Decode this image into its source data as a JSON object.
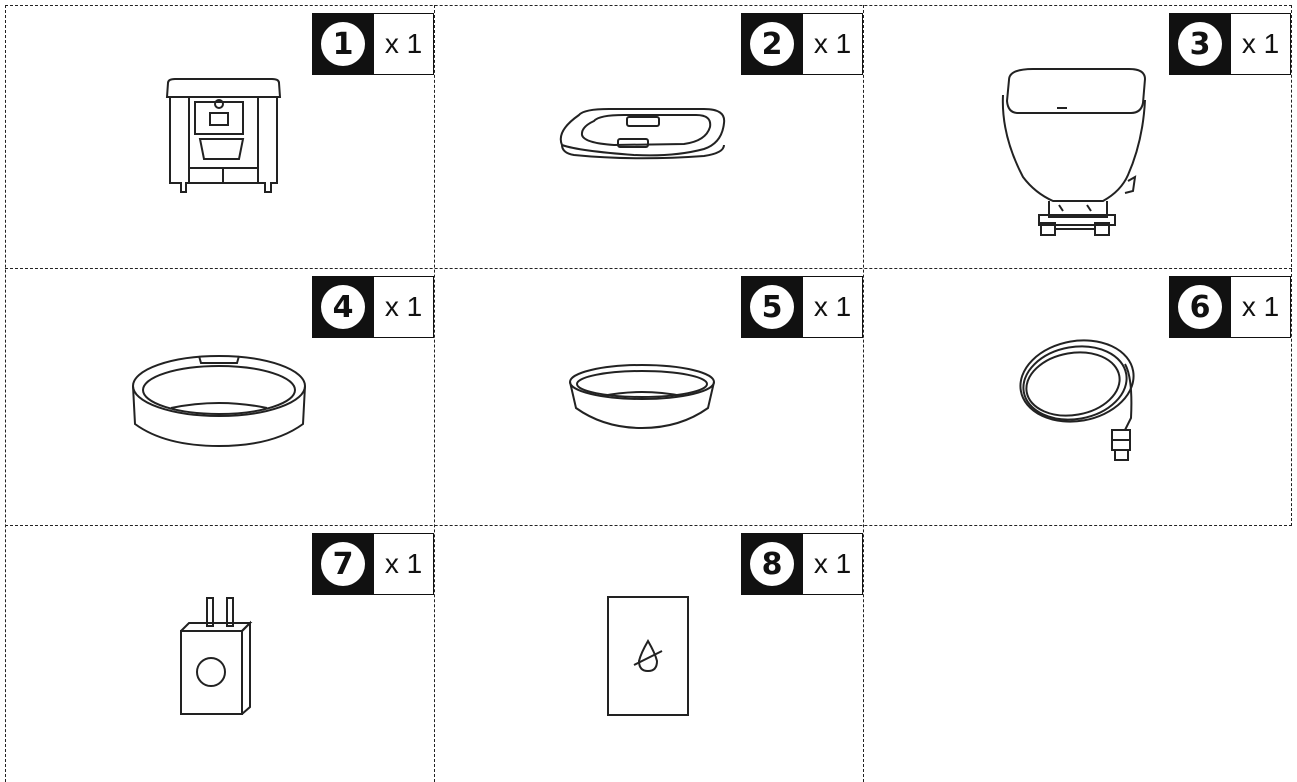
{
  "items": [
    {
      "number": "1",
      "quantity": "x 1",
      "icon": "feeder-unit-icon"
    },
    {
      "number": "2",
      "quantity": "x 1",
      "icon": "base-tray-icon"
    },
    {
      "number": "3",
      "quantity": "x 1",
      "icon": "food-hopper-icon"
    },
    {
      "number": "4",
      "quantity": "x 1",
      "icon": "bowl-ring-icon"
    },
    {
      "number": "5",
      "quantity": "x 1",
      "icon": "food-bowl-icon"
    },
    {
      "number": "6",
      "quantity": "x 1",
      "icon": "usb-cable-icon"
    },
    {
      "number": "7",
      "quantity": "x 1",
      "icon": "power-adapter-icon"
    },
    {
      "number": "8",
      "quantity": "x 1",
      "icon": "desiccant-pack-icon"
    }
  ]
}
